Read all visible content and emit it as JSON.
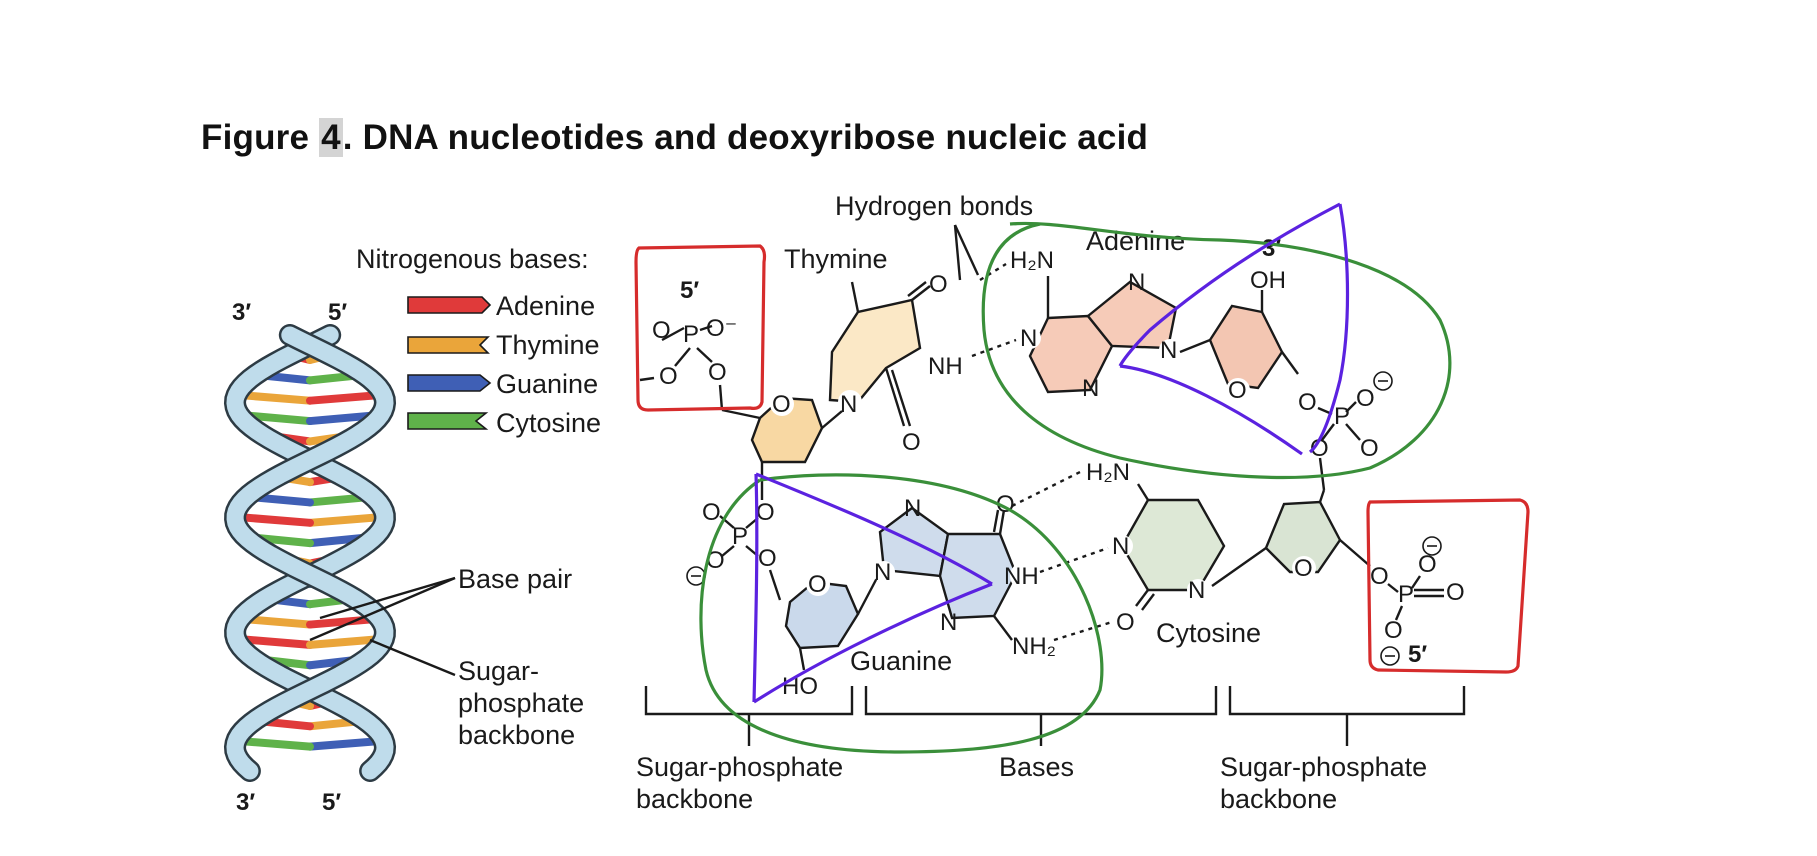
{
  "figure": {
    "title_prefix": "Figure ",
    "title_number": "4",
    "title_rest": ".  DNA nucleotides and deoxyribose nucleic acid"
  },
  "helix": {
    "top_left": "3′",
    "top_right": "5′",
    "bottom_left": "3′",
    "bottom_right": "5′",
    "base_pair_label": "Base pair",
    "backbone_label_lines": [
      "Sugar-",
      "phosphate",
      "backbone"
    ]
  },
  "legend": {
    "heading": "Nitrogenous bases:",
    "items": [
      {
        "label": "Adenine",
        "color": "#e03a3a"
      },
      {
        "label": "Thymine",
        "color": "#eaa53a"
      },
      {
        "label": "Guanine",
        "color": "#3f5fb5"
      },
      {
        "label": "Cytosine",
        "color": "#5fb24a"
      }
    ]
  },
  "molecule": {
    "hydrogen_bonds": "Hydrogen bonds",
    "thymine": "Thymine",
    "adenine": "Adenine",
    "guanine": "Guanine",
    "cytosine": "Cytosine",
    "end_5_top": "5′",
    "end_3_top": "3′",
    "end_5_bottom": "5′",
    "bottom_labels": {
      "left_line1": "Sugar-phosphate",
      "left_line2": "backbone",
      "middle": "Bases",
      "right_line1": "Sugar-phosphate",
      "right_line2": "backbone"
    },
    "colors": {
      "thymine_fill": "#fbe8c6",
      "adenine_fill": "#f6cbb8",
      "guanine_fill": "#cfdcec",
      "cytosine_fill": "#dde8d6",
      "sugar_top_fill": "#f8d8a3",
      "sugar_adenine_fill": "#f3c6b2",
      "sugar_guanine_fill": "#cad9eb",
      "sugar_cytosine_fill": "#d9e4d3"
    }
  },
  "annotations": {
    "red": "#d62c2c",
    "green": "#3a8f3a",
    "blue": "#5b22e0"
  }
}
